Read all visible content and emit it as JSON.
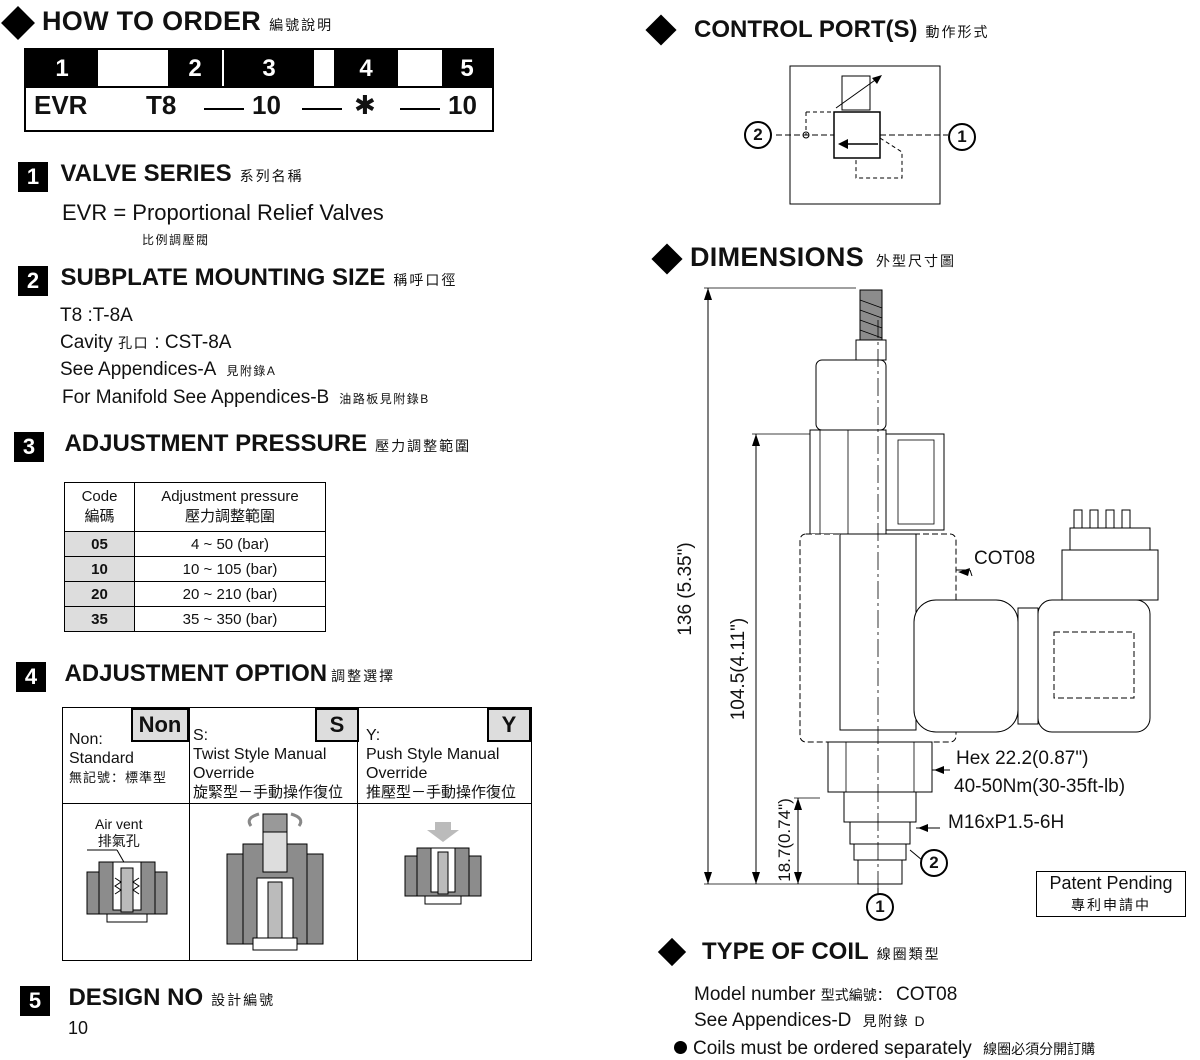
{
  "how_to_order": {
    "title": "HOW TO  ORDER",
    "title_cn": "編號說明",
    "positions": [
      "1",
      "2",
      "3",
      "4",
      "5"
    ],
    "values": [
      "EVR",
      "T8",
      "10",
      "✱",
      "10"
    ]
  },
  "s1": {
    "num": "1",
    "title": "VALVE SERIES",
    "title_cn": "系列名稱",
    "line": "EVR = Proportional Relief  Valves",
    "line_cn": "比例調壓閥"
  },
  "s2": {
    "num": "2",
    "title": "SUBPLATE MOUNTING SIZE",
    "title_cn": "稱呼口徑",
    "l1": "T8 :T-8A",
    "l2": "Cavity",
    "l2_cn": "孔口",
    "l2_b": ": CST-8A",
    "l3": "See Appendices-A",
    "l3_cn": "見附錄A",
    "l4": "For Manifold See Appendices-B",
    "l4_cn": "油路板見附錄B"
  },
  "s3": {
    "num": "3",
    "title": "ADJUSTMENT PRESSURE",
    "title_cn": "壓力調整範圍",
    "head_code": "Code",
    "head_code_cn": "編碼",
    "head_range": "Adjustment pressure",
    "head_range_cn": "壓力調整範圍",
    "rows": [
      {
        "code": "05",
        "range": "4 ~  50  (bar)"
      },
      {
        "code": "10",
        "range": "10 ~ 105 (bar)"
      },
      {
        "code": "20",
        "range": "20 ~ 210 (bar)"
      },
      {
        "code": "35",
        "range": "35 ~ 350 (bar)"
      }
    ]
  },
  "s4": {
    "num": "4",
    "title": "ADJUSTMENT OPTION",
    "title_cn": "調整選擇",
    "opts": [
      {
        "tag": "Non",
        "l1": "Non:",
        "l2": "Standard",
        "l3": "無記號：標準型"
      },
      {
        "tag": "S",
        "l1": "S:",
        "l2": "Twist Style Manual",
        "l3": "Override",
        "l4": "旋緊型－手動操作復位"
      },
      {
        "tag": "Y",
        "l1": "Y:",
        "l2": "Push Style Manual",
        "l3": "Override",
        "l4": "推壓型－手動操作復位"
      }
    ],
    "air_vent": "Air vent",
    "air_vent_cn": "排氣孔"
  },
  "s5": {
    "num": "5",
    "title": "DESIGN NO",
    "title_cn": "設計編號",
    "value": "10"
  },
  "control": {
    "title": "CONTROL PORT(S)",
    "title_cn": "動作形式",
    "port_a": "2",
    "port_b": "1"
  },
  "dims": {
    "title": "DIMENSIONS",
    "title_cn": "外型尺寸圖",
    "d_total": "136 (5.35\")",
    "d_mid": "104.5(4.11\")",
    "d_low": "18.7(0.74\")",
    "coil": "COT08",
    "hex": "Hex 22.2(0.87\")",
    "torque": "40-50Nm(30-35ft-lb)",
    "thread": "M16xP1.5-6H",
    "port2": "2",
    "port1": "1",
    "patent": "Patent Pending",
    "patent_cn": "專利申請中"
  },
  "coil": {
    "title": "TYPE OF COIL",
    "title_cn": "線圈類型",
    "model_label": "Model number",
    "model_cn": "型式編號：",
    "model_val": "COT08",
    "see": "See Appendices-D",
    "see_cn": "見附錄 D",
    "note": "Coils must be ordered separately",
    "note_cn": "線圈必須分開訂購"
  },
  "colors": {
    "ink": "#000000",
    "shade": "#dddddd",
    "metal": "#8c8c8c"
  }
}
